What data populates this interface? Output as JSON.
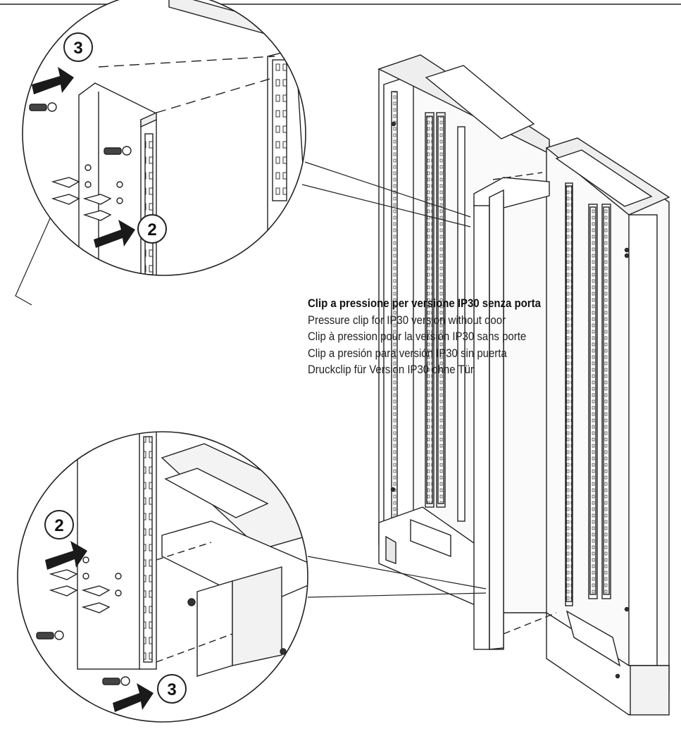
{
  "caption": {
    "lines": [
      "Clip a pressione per versione IP30 senza porta",
      "Pressure clip for IP30 version without door",
      "Clip à pression pour la version IP30 sans porte",
      "Clip a presión para versión IP30 sin puerta",
      "Druckclip für Version IP30 ohne Tür"
    ]
  },
  "steps": {
    "top_step_a": "3",
    "top_step_b": "2",
    "bottom_step_a": "2",
    "bottom_step_b": "3"
  },
  "colors": {
    "line": "#222222",
    "light_fill": "#f7f7f7",
    "arrow_fill": "#1a1a1a"
  }
}
